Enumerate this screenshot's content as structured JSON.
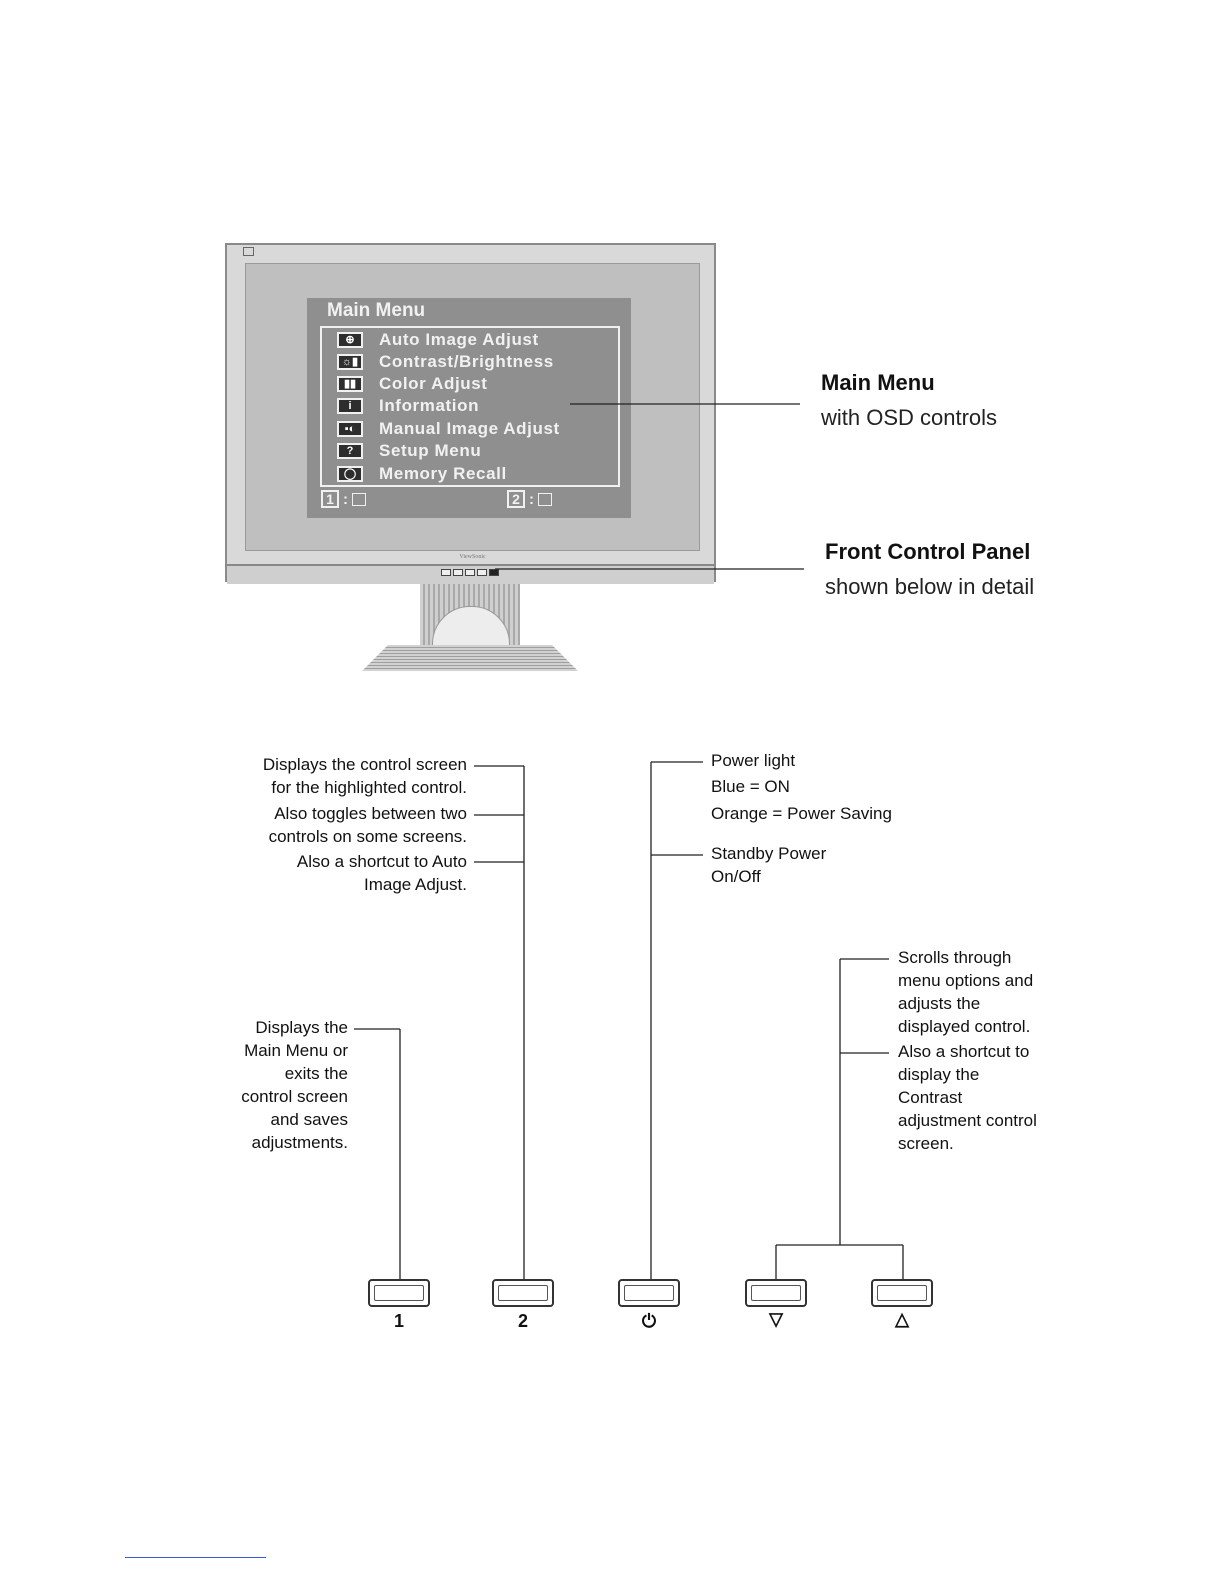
{
  "osd": {
    "title": "Main Menu",
    "items": [
      {
        "label": "Auto Image Adjust",
        "icon": "crosshair-icon",
        "glyph": "⊕"
      },
      {
        "label": "Contrast/Brightness",
        "icon": "contrast-brightness-icon",
        "glyph": "☼▮"
      },
      {
        "label": "Color Adjust",
        "icon": "color-adjust-icon",
        "glyph": "▮▮"
      },
      {
        "label": "Information",
        "icon": "info-icon",
        "glyph": "i"
      },
      {
        "label": "Manual Image Adjust",
        "icon": "manual-adjust-icon",
        "glyph": "▪◐"
      },
      {
        "label": "Setup Menu",
        "icon": "help-icon",
        "glyph": "?"
      },
      {
        "label": "Memory Recall",
        "icon": "memory-recall-icon",
        "glyph": "◯"
      }
    ],
    "footer": [
      {
        "key": "1",
        "sep": ":"
      },
      {
        "key": "2",
        "sep": ":"
      }
    ]
  },
  "bezel": {
    "logo": "ViewSonic"
  },
  "callouts": {
    "main_menu": {
      "title": "Main Menu",
      "subtitle": "with OSD controls"
    },
    "front_panel": {
      "title": "Front Control Panel",
      "subtitle": "shown below in detail"
    }
  },
  "panel_notes": {
    "button2_note1": "Displays the control screen\nfor the highlighted control.",
    "button2_note2": "Also toggles between two\ncontrols on some screens.",
    "button2_note3": "Also a shortcut to Auto\nImage Adjust.",
    "button1_note": "Displays the\nMain Menu or\nexits the\ncontrol screen\nand saves\nadjustments.",
    "power_light": "Power light",
    "power_blue": "Blue = ON",
    "power_orange": "Orange = Power Saving",
    "standby": "Standby Power\nOn/Off",
    "arrows_note1": "Scrolls through\nmenu options and\nadjusts the\ndisplayed control.",
    "arrows_note2": "Also a shortcut to\ndisplay the\nContrast\nadjustment control\nscreen."
  },
  "buttons": [
    {
      "label": "1",
      "name": "button-1"
    },
    {
      "label": "2",
      "name": "button-2"
    },
    {
      "label": "⏻",
      "name": "power-button"
    },
    {
      "label": "▽",
      "name": "down-button"
    },
    {
      "label": "△",
      "name": "up-button"
    }
  ]
}
